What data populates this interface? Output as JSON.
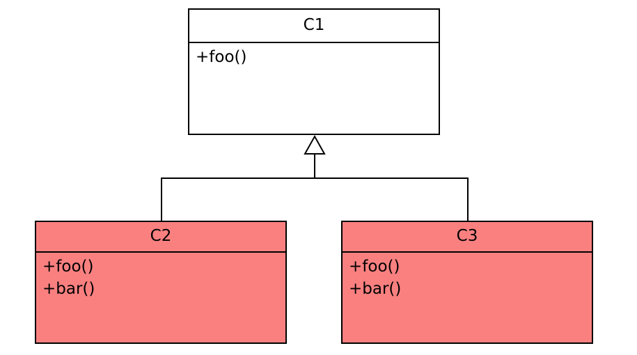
{
  "diagram": {
    "type": "uml-class-diagram",
    "title": "",
    "background_color": "#ffffff",
    "line_color": "#000000",
    "text_color": "#000000",
    "classes": [
      {
        "id": "C1",
        "name": "C1",
        "fill_color": "#ffffff",
        "members": [
          "+foo()"
        ]
      },
      {
        "id": "C2",
        "name": "C2",
        "fill_color": "#fa8080",
        "members": [
          "+foo()",
          "+bar()"
        ]
      },
      {
        "id": "C3",
        "name": "C3",
        "fill_color": "#fa8080",
        "members": [
          "+foo()",
          "+bar()"
        ]
      }
    ],
    "relationships": [
      {
        "kind": "generalization",
        "from": "C2",
        "to": "C1",
        "arrowhead": "hollow-triangle"
      },
      {
        "kind": "generalization",
        "from": "C3",
        "to": "C1",
        "arrowhead": "hollow-triangle"
      }
    ]
  }
}
